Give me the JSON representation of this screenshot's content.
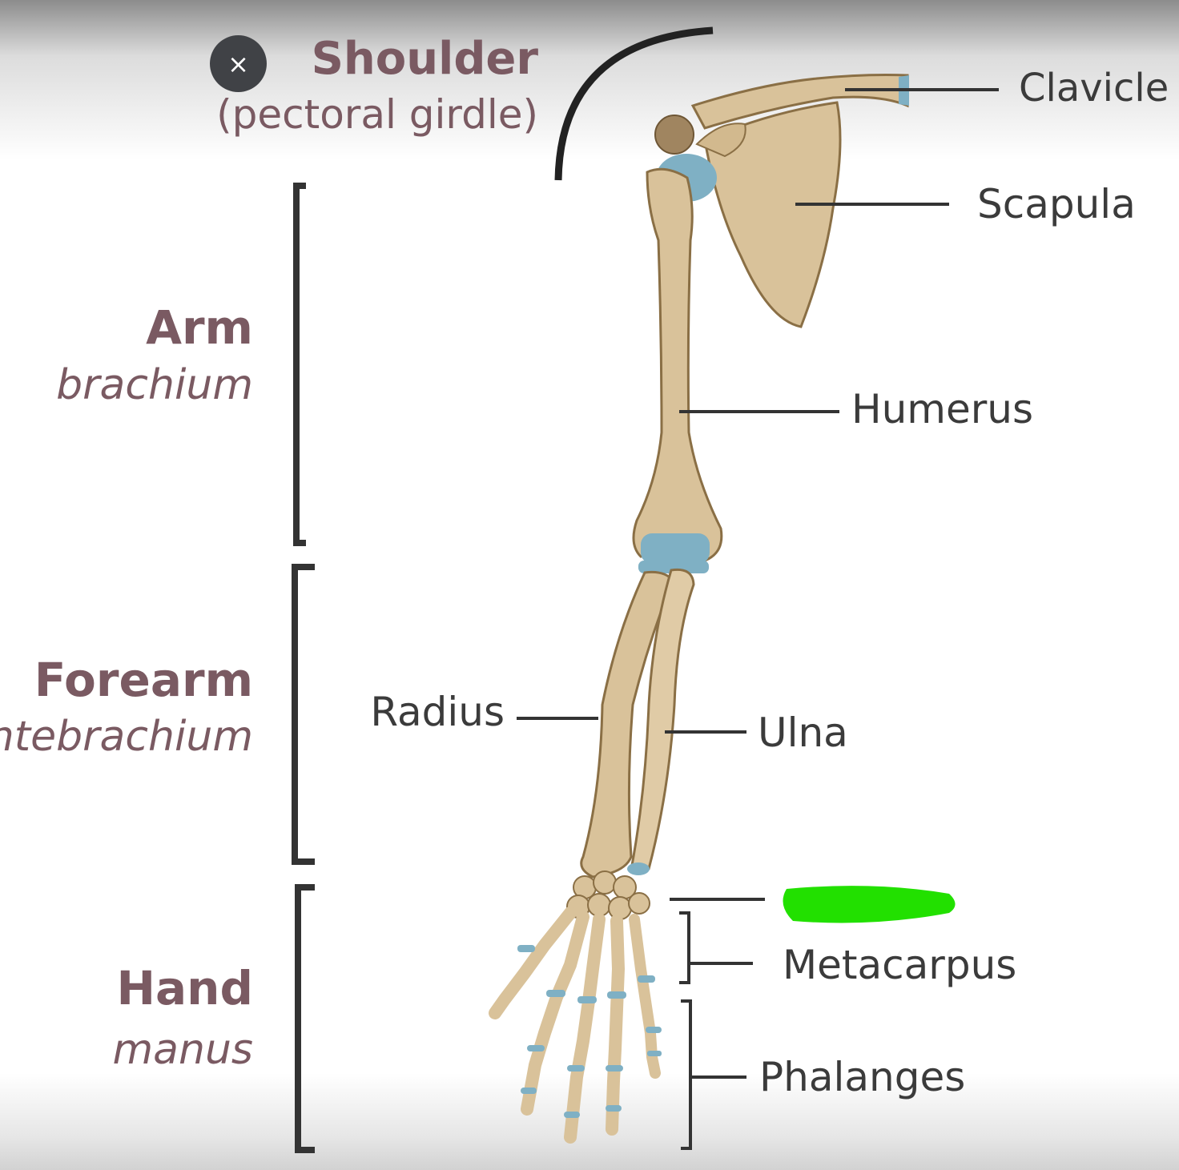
{
  "close_button": {
    "glyph": "×"
  },
  "regions": {
    "shoulder": {
      "title": "Shoulder",
      "subtitle": "(pectoral girdle)"
    },
    "arm": {
      "title": "Arm",
      "latin": "brachium"
    },
    "forearm": {
      "title": "Forearm",
      "latin": "antebrachium"
    },
    "hand": {
      "title": "Hand",
      "latin": "manus"
    }
  },
  "bones": {
    "clavicle": "Clavicle",
    "scapula": "Scapula",
    "humerus": "Humerus",
    "radius": "Radius",
    "ulna": "Ulna",
    "metacarpus": "Metacarpus",
    "phalanges": "Phalanges"
  },
  "colors": {
    "bone": "#d9c29a",
    "bone_outline": "#8a6f45",
    "cartilage": "#7fb0c4",
    "region_text": "#7a5a62",
    "label_text": "#3b3b3b",
    "bracket": "#333333",
    "highlighter": "#22e000"
  }
}
